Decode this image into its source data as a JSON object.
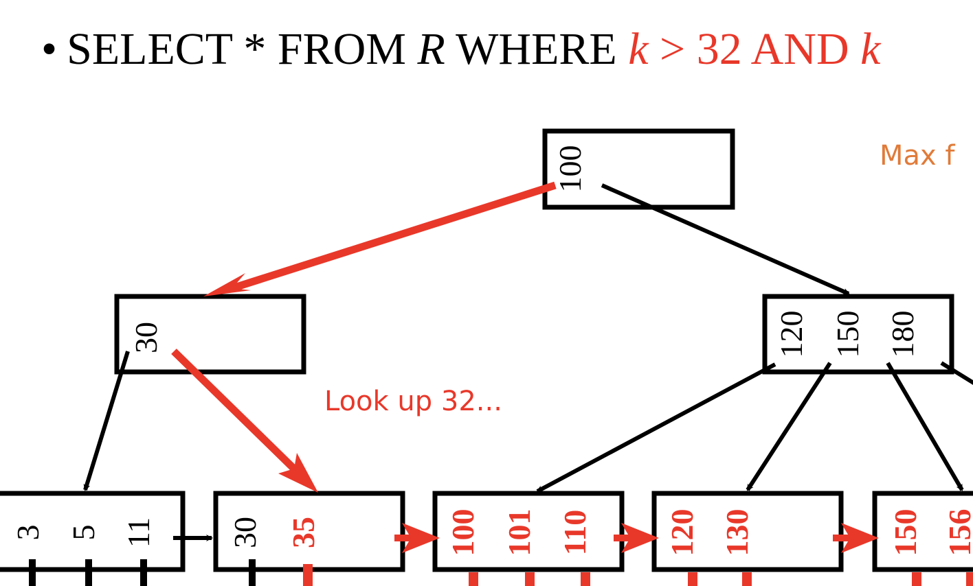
{
  "query": {
    "bullet": "•",
    "select_from": "SELECT * FROM ",
    "relation": "R",
    "where": " WHERE ",
    "cond_var": "k",
    "cond_rest": " > 32 AND ",
    "cond_tail": "k"
  },
  "annotations": {
    "lookup": "Look up 32...",
    "max_note": "Max f"
  },
  "colors": {
    "highlight": "#e8382a",
    "annotation_orange": "#e07b39",
    "node_border": "#000000"
  },
  "tree": {
    "root": {
      "keys": [
        "100"
      ]
    },
    "internal_left": {
      "keys": [
        "30"
      ]
    },
    "internal_right": {
      "keys": [
        "120",
        "150",
        "180"
      ]
    },
    "leaves": [
      {
        "keys": [
          "3",
          "5",
          "11"
        ],
        "highlighted_keys": []
      },
      {
        "keys": [
          "30",
          "35"
        ],
        "highlighted_keys": [
          "35"
        ]
      },
      {
        "keys": [
          "100",
          "101",
          "110"
        ],
        "highlighted_keys": [
          "100",
          "101",
          "110"
        ]
      },
      {
        "keys": [
          "120",
          "130"
        ],
        "highlighted_keys": [
          "120",
          "130"
        ]
      },
      {
        "keys": [
          "150",
          "156"
        ],
        "highlighted_keys": [
          "150",
          "156"
        ]
      }
    ]
  }
}
